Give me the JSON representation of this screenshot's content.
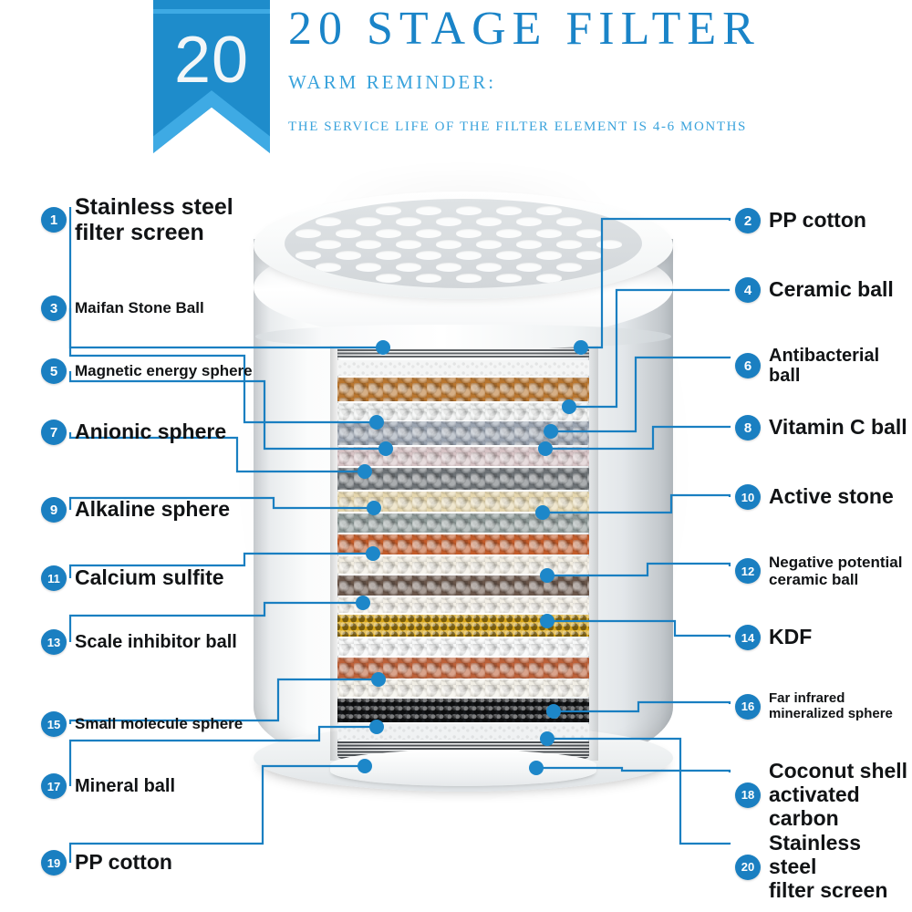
{
  "header": {
    "ribbon_number": "20",
    "title": "20 STAGE FILTER",
    "warm_reminder": "WARM REMINDER:",
    "service_life": "THE SERVICE LIFE OF THE FILTER ELEMENT IS 4-6 MONTHS",
    "accent_color": "#1a84c8",
    "ribbon_color": "#1e8ccb",
    "ribbon_highlight": "#3eaae4"
  },
  "diagram": {
    "product": "20 stage water filter cartridge",
    "line_color": "#1a7fc1",
    "badge_color": "#1a7fc1",
    "badge_text_color": "#ffffff"
  },
  "callouts": [
    {
      "num": "1",
      "label": "Stainless steel\nfilter screen",
      "side": "left",
      "size": "s-xl"
    },
    {
      "num": "3",
      "label": "Maifan Stone Ball",
      "side": "left",
      "size": "s-sm"
    },
    {
      "num": "5",
      "label": "Magnetic energy sphere",
      "side": "left",
      "size": "s-sm"
    },
    {
      "num": "7",
      "label": "Anionic sphere",
      "side": "left",
      "size": "s-lg"
    },
    {
      "num": "9",
      "label": "Alkaline sphere",
      "side": "left",
      "size": "s-lg"
    },
    {
      "num": "11",
      "label": "Calcium sulfite",
      "side": "left",
      "size": "s-lg"
    },
    {
      "num": "13",
      "label": "Scale inhibitor ball",
      "side": "left",
      "size": "s-md"
    },
    {
      "num": "15",
      "label": "Small molecule sphere",
      "side": "left",
      "size": "s-sm"
    },
    {
      "num": "17",
      "label": "Mineral ball",
      "side": "left",
      "size": "s-md"
    },
    {
      "num": "19",
      "label": "PP cotton",
      "side": "left",
      "size": "s-lg"
    },
    {
      "num": "2",
      "label": "PP cotton",
      "side": "right",
      "size": "s-lg"
    },
    {
      "num": "4",
      "label": "Ceramic ball",
      "side": "right",
      "size": "s-lg"
    },
    {
      "num": "6",
      "label": "Antibacterial ball",
      "side": "right",
      "size": "s-md"
    },
    {
      "num": "8",
      "label": "Vitamin C ball",
      "side": "right",
      "size": "s-lg"
    },
    {
      "num": "10",
      "label": "Active stone",
      "side": "right",
      "size": "s-lg"
    },
    {
      "num": "12",
      "label": "Negative potential\nceramic ball",
      "side": "right",
      "size": "s-sm"
    },
    {
      "num": "14",
      "label": "KDF",
      "side": "right",
      "size": "s-lg"
    },
    {
      "num": "16",
      "label": "Far infrared\nmineralized sphere",
      "side": "right",
      "size": "s-xs"
    },
    {
      "num": "18",
      "label": "Coconut shell\nactivated carbon",
      "side": "right",
      "size": "s-lg"
    },
    {
      "num": "20",
      "label": "Stainless steel\nfilter screen",
      "side": "right",
      "size": "s-lg"
    }
  ],
  "media_layers": [
    {
      "stage": "1",
      "name": "Stainless steel filter screen",
      "color": "#5e6266",
      "texture": "mesh"
    },
    {
      "stage": "2",
      "name": "PP cotton",
      "color": "#f4f5f5",
      "texture": "felt"
    },
    {
      "stage": "3",
      "name": "Maifan Stone Ball",
      "color": "#b9762f",
      "texture": "grain"
    },
    {
      "stage": "4",
      "name": "Ceramic ball",
      "color": "#eef0ef",
      "texture": "grain"
    },
    {
      "stage": "5",
      "name": "Magnetic energy sphere",
      "color": "#9aa3b0",
      "texture": "grain"
    },
    {
      "stage": "6",
      "name": "Antibacterial ball",
      "color": "#d6c2c4",
      "texture": "grain"
    },
    {
      "stage": "7",
      "name": "Anionic sphere",
      "color": "#6d7276",
      "texture": "grain"
    },
    {
      "stage": "8",
      "name": "Vitamin C ball",
      "color": "#e5d6ad",
      "texture": "grain"
    },
    {
      "stage": "9",
      "name": "Alkaline sphere",
      "color": "#8e9a98",
      "texture": "grain"
    },
    {
      "stage": "10",
      "name": "Active stone",
      "color": "#c35c2a",
      "texture": "grain"
    },
    {
      "stage": "11",
      "name": "Calcium sulfite",
      "color": "#f1ece0",
      "texture": "grain"
    },
    {
      "stage": "12",
      "name": "Negative potential ceramic ball",
      "color": "#6a564a",
      "texture": "grain"
    },
    {
      "stage": "13",
      "name": "Scale inhibitor ball",
      "color": "#f3efe6",
      "texture": "grain"
    },
    {
      "stage": "14",
      "name": "KDF",
      "color": "#d8a618",
      "texture": "flake"
    },
    {
      "stage": "15",
      "name": "Small molecule sphere",
      "color": "#f7f8f8",
      "texture": "grain"
    },
    {
      "stage": "16",
      "name": "Far infrared mineralized sphere",
      "color": "#bd6139",
      "texture": "grain"
    },
    {
      "stage": "17",
      "name": "Mineral ball",
      "color": "#f2efe6",
      "texture": "grain"
    },
    {
      "stage": "18",
      "name": "Coconut shell activated carbon",
      "color": "#15171a",
      "texture": "flake"
    },
    {
      "stage": "19",
      "name": "PP cotton",
      "color": "#f0f2f3",
      "texture": "felt"
    },
    {
      "stage": "20",
      "name": "Stainless steel filter screen",
      "color": "#4b4f53",
      "texture": "mesh"
    }
  ]
}
